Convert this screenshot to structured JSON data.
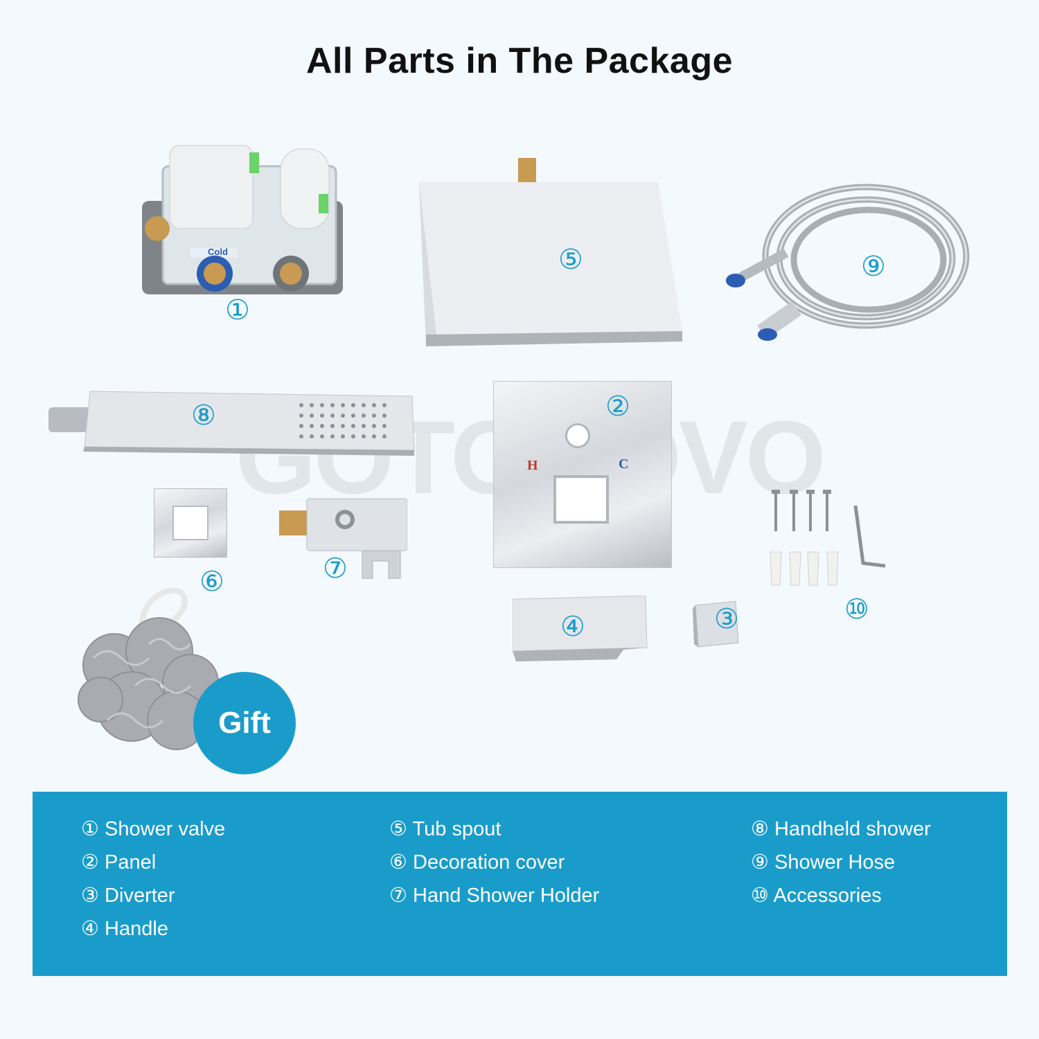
{
  "title": "All Parts in The Package",
  "watermark": "GOTONOVO",
  "valve_label_cold": "Cold",
  "panel_label_hot": "H",
  "panel_label_cold": "C",
  "gift_label": "Gift",
  "part_numbers": {
    "n1": "①",
    "n2": "②",
    "n3": "③",
    "n4": "④",
    "n5": "⑤",
    "n6": "⑥",
    "n7": "⑦",
    "n8": "⑧",
    "n9": "⑨",
    "n10": "⑩"
  },
  "legend": {
    "col1": [
      "① Shower valve",
      "② Panel",
      "③ Diverter",
      "④ Handle"
    ],
    "col2": [
      "⑤ Tub spout",
      "⑥ Decoration cover",
      "⑦ Hand Shower Holder"
    ],
    "col3": [
      "⑧ Handheld shower",
      "⑨ Shower Hose",
      "⑩ Accessories"
    ]
  },
  "colors": {
    "accent": "#1a9ccb",
    "background": "#f3f9fc"
  }
}
